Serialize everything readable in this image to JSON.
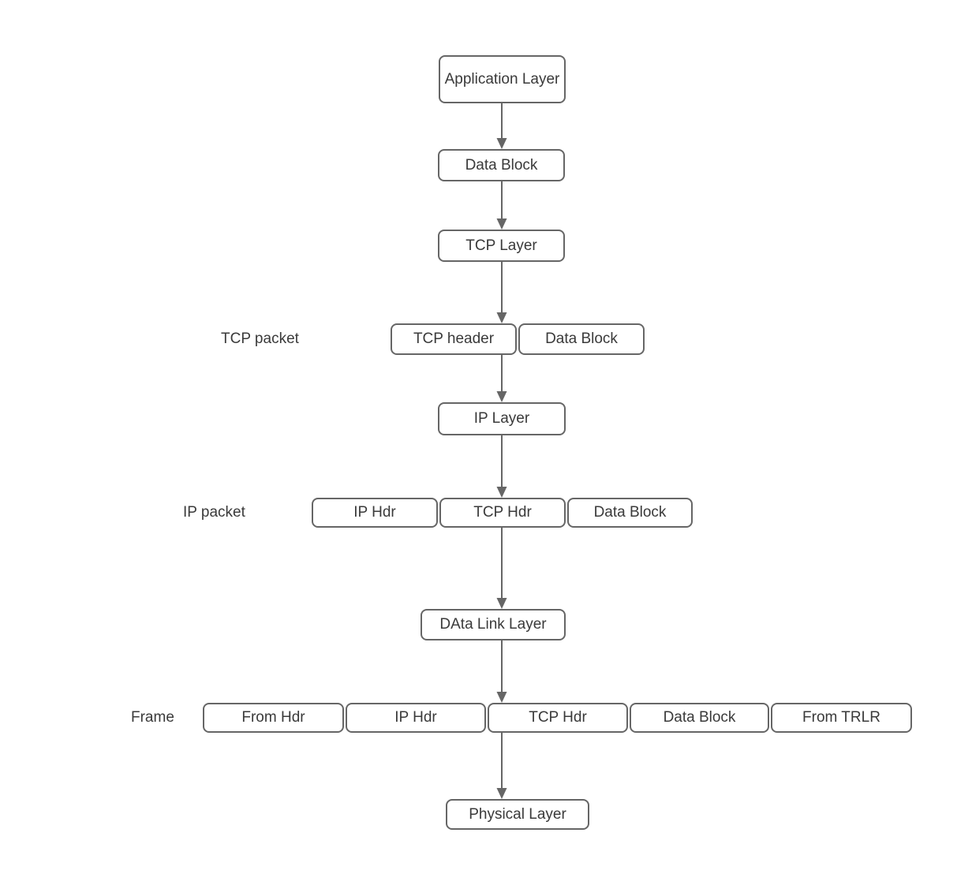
{
  "colors": {
    "background": "#ffffff",
    "box_fill": "#ffffff",
    "box_border": "#666666",
    "text": "#3a3a3a",
    "arrow": "#666666"
  },
  "flow": {
    "application_layer": "Application Layer",
    "data_block": "Data Block",
    "tcp_layer": "TCP Layer",
    "ip_layer": "IP Layer",
    "data_link_layer": "DAta Link Layer",
    "physical_layer": "Physical Layer"
  },
  "rows": {
    "tcp_packet": {
      "label": "TCP packet",
      "cells": [
        "TCP header",
        "Data Block"
      ]
    },
    "ip_packet": {
      "label": "IP packet",
      "cells": [
        "IP Hdr",
        "TCP Hdr",
        "Data Block"
      ]
    },
    "frame": {
      "label": "Frame",
      "cells": [
        "From Hdr",
        "IP Hdr",
        "TCP Hdr",
        "Data Block",
        "From TRLR"
      ]
    }
  }
}
